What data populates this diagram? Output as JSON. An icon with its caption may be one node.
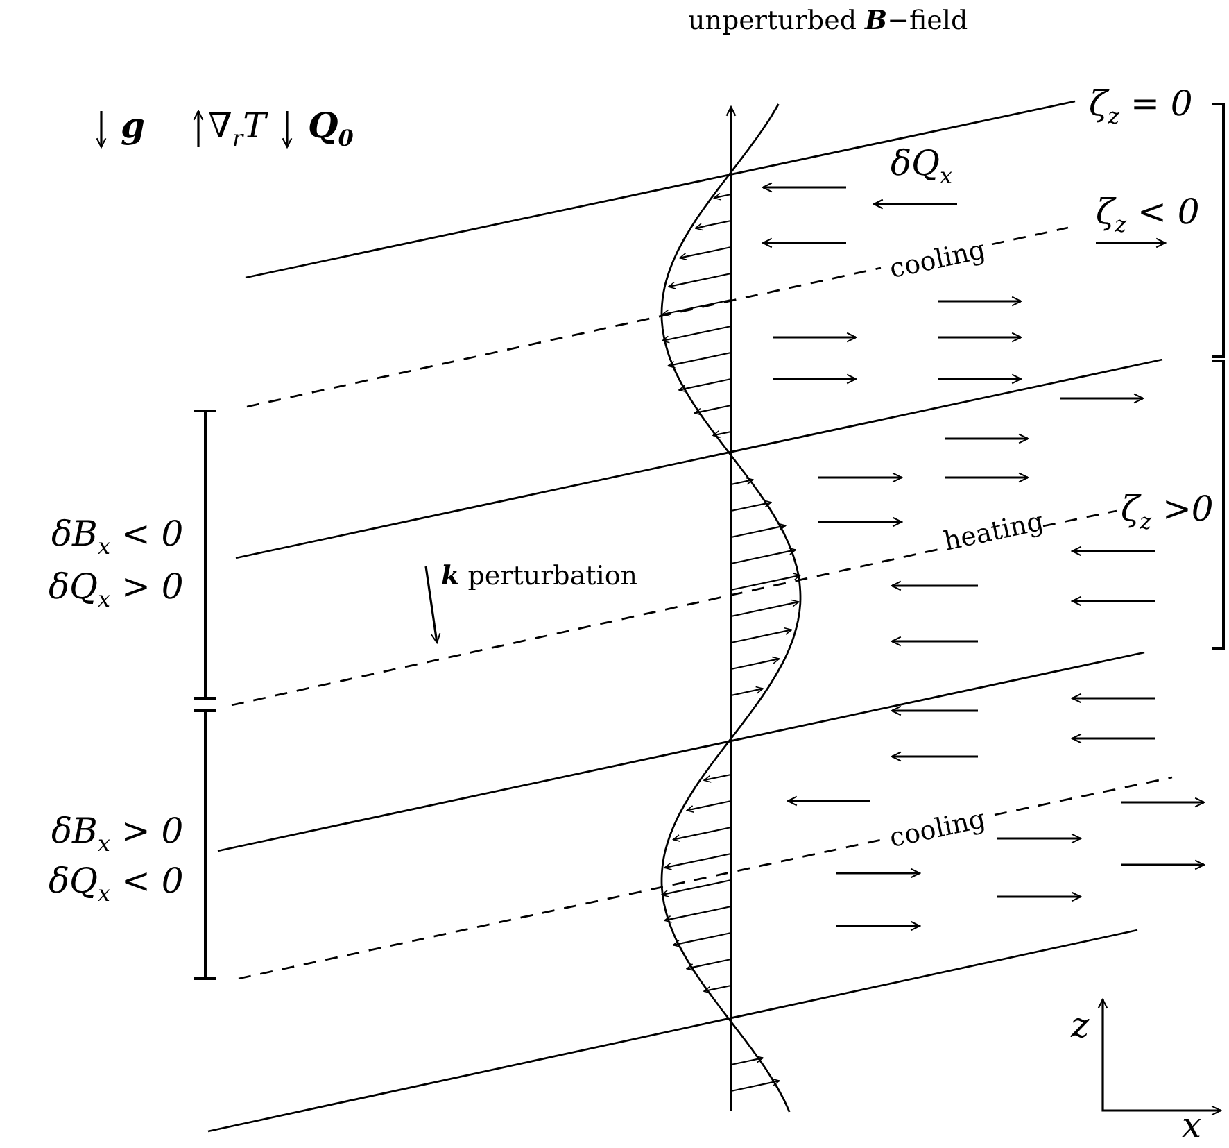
{
  "diagram": {
    "labels": [
      "unperturbed **B**−field",
      "ζ$_{z}$ = 0",
      "g",
      "∇$_{r}$T",
      "*Q*$_{0}$",
      "δQ$_{x}$",
      "ζ$_{z}$ < 0",
      "cooling",
      "ζ$_{z}$ >0",
      "heating",
      "δB$_{x}$ < 0",
      "**k** perturbation",
      "δQ$_{x}$ > 0",
      "δB$_{x}$ > 0",
      "δQ$_{x}$ < 0",
      "cooling",
      "z",
      "x"
    ]
  }
}
